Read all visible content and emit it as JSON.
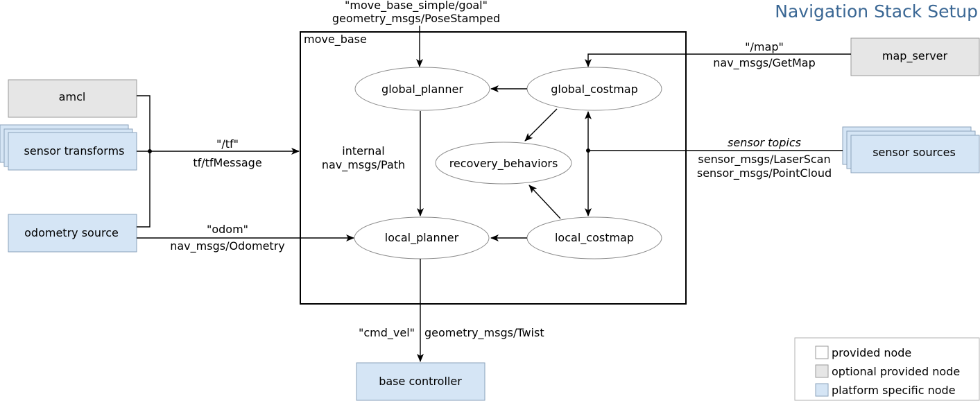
{
  "title": "Navigation Stack Setup",
  "colors": {
    "title": "#3a6794",
    "optional_node": "#e6e6e6",
    "platform_node": "#d5e5f5",
    "provided_node": "#ffffff"
  },
  "container": {
    "label": "move_base"
  },
  "internal_nodes": {
    "global_planner": "global_planner",
    "global_costmap": "global_costmap",
    "recovery_behaviors": "recovery_behaviors",
    "local_planner": "local_planner",
    "local_costmap": "local_costmap"
  },
  "external_nodes": {
    "amcl": "amcl",
    "sensor_transforms": "sensor transforms",
    "odometry_source": "odometry source",
    "map_server": "map_server",
    "sensor_sources": "sensor sources",
    "base_controller": "base controller"
  },
  "edges": {
    "goal": {
      "topic": "\"move_base_simple/goal\"",
      "type": "geometry_msgs/PoseStamped"
    },
    "map": {
      "topic": "\"/map\"",
      "type": "nav_msgs/GetMap"
    },
    "tf": {
      "topic": "\"/tf\"",
      "type": "tf/tfMessage"
    },
    "odom": {
      "topic": "\"odom\"",
      "type": "nav_msgs/Odometry"
    },
    "internal": {
      "line1": "internal",
      "line2": "nav_msgs/Path"
    },
    "sensor": {
      "topic": "sensor topics",
      "type1": "sensor_msgs/LaserScan",
      "type2": "sensor_msgs/PointCloud"
    },
    "cmd_vel": {
      "topic": "\"cmd_vel\"",
      "type": "geometry_msgs/Twist"
    }
  },
  "legend": [
    {
      "label": "provided node",
      "color": "#ffffff"
    },
    {
      "label": "optional provided node",
      "color": "#e6e6e6"
    },
    {
      "label": "platform specific node",
      "color": "#d5e5f5"
    }
  ]
}
